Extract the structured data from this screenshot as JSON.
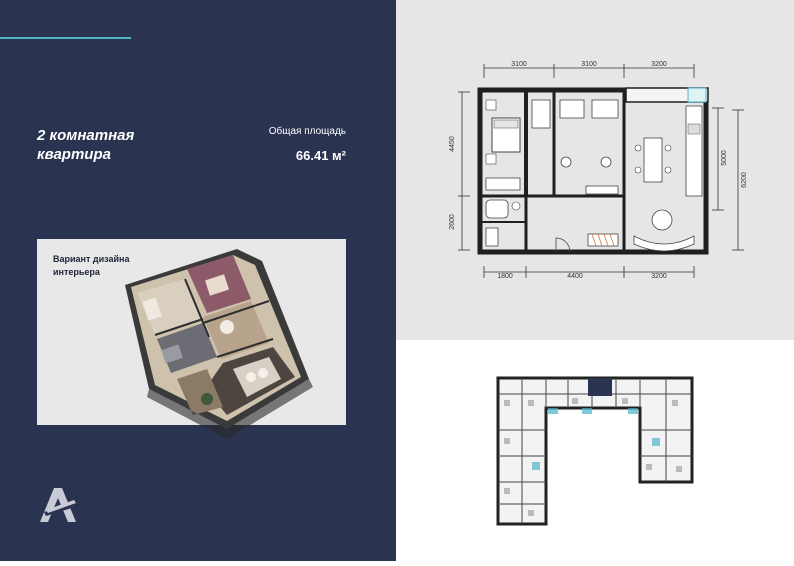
{
  "apartment": {
    "title": "2 комнатная квартира",
    "area_label": "Общая площадь",
    "area_value": "66.41 м²"
  },
  "render": {
    "variant_label": "Вариант дизайна интерьера"
  },
  "floor_plan": {
    "top_dims": [
      "3100",
      "3100",
      "3200"
    ],
    "bottom_dims": [
      "1800",
      "4400",
      "3200"
    ],
    "left_dims": [
      "4450",
      "2600"
    ],
    "right_dims": [
      "5000",
      "6200"
    ]
  },
  "brand": {
    "logo_icon": "brand-logo-icon"
  },
  "colors": {
    "panel": "#2a3350",
    "accent": "#4fb3c9",
    "plan_bg": "#e6e6e7"
  }
}
